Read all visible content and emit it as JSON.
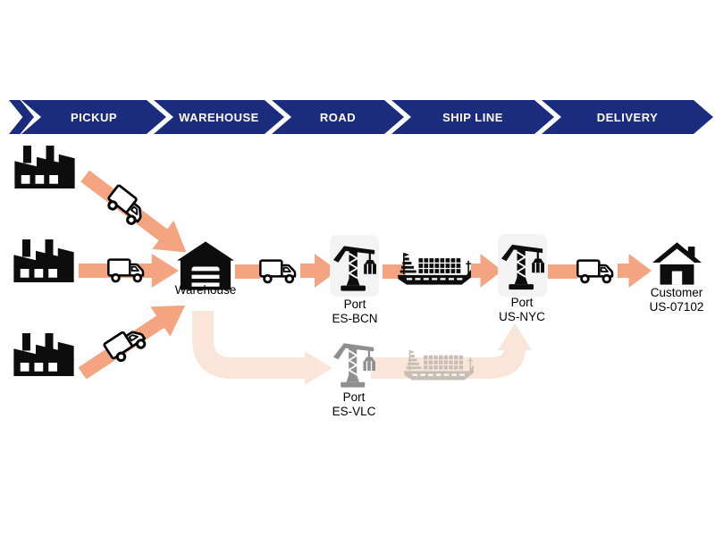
{
  "pipeline": {
    "stages": [
      "PICKUP",
      "WAREHOUSE",
      "ROAD",
      "SHIP LINE",
      "DELIVERY"
    ]
  },
  "nodes": {
    "warehouse": {
      "label": "Warehouse"
    },
    "port_origin": {
      "name": "Port",
      "code": "ES-BCN"
    },
    "port_alternate": {
      "name": "Port",
      "code": "ES-VLC"
    },
    "port_destination": {
      "name": "Port",
      "code": "US-NYC"
    },
    "customer": {
      "name": "Customer",
      "code": "US-07102"
    }
  },
  "icons": {
    "factory": "factory-icon",
    "truck": "truck-icon",
    "warehouse": "warehouse-icon",
    "port_crane": "port-crane-icon",
    "container_ship": "container-ship-icon",
    "customer_home": "home-icon"
  },
  "colors": {
    "stage_bar": "#1b2b7e",
    "stage_text": "#ffffff",
    "route_active": "#f4a480",
    "route_inactive": "#f9e6d8",
    "icon_black": "#0d0d0d",
    "icon_inactive": "#8f8f8f",
    "ship_inactive": "#c7bfb5",
    "port_badge_bg": "#f3f3f3",
    "background": "#ffffff"
  }
}
